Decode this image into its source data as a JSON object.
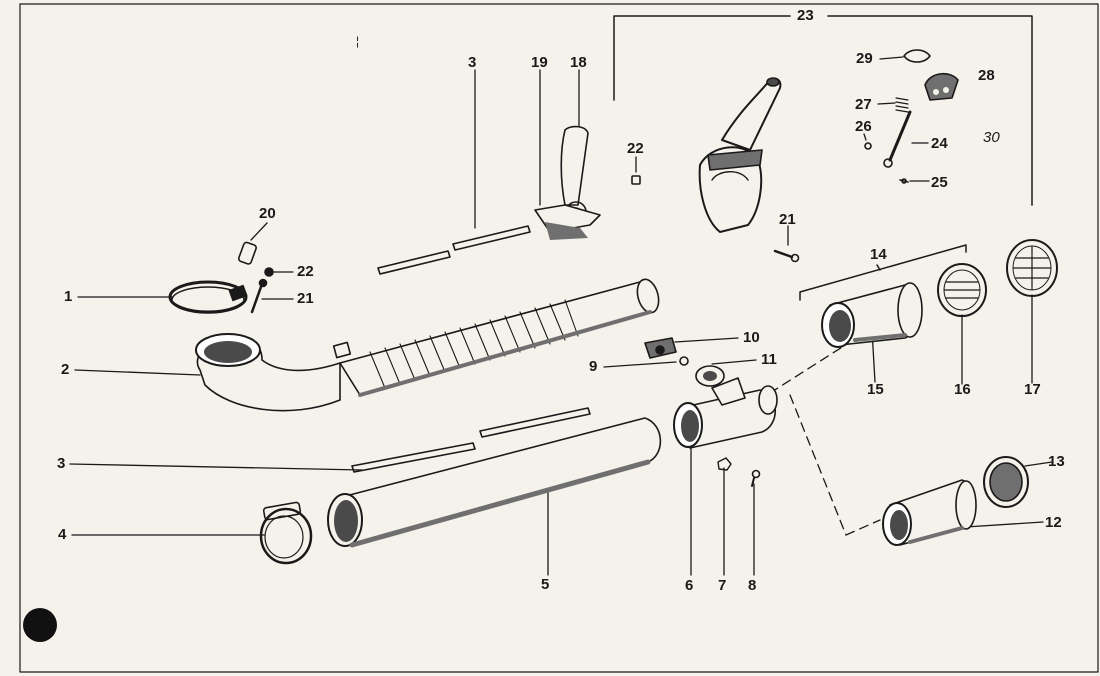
{
  "colors": {
    "ink": "#1a1a1a",
    "paper": "#f4f2ea",
    "shade": "#6f6f6f"
  },
  "callouts": [
    {
      "id": "c1",
      "text": "1"
    },
    {
      "id": "c2",
      "text": "2"
    },
    {
      "id": "c3a",
      "text": "3"
    },
    {
      "id": "c3b",
      "text": "3"
    },
    {
      "id": "c4",
      "text": "4"
    },
    {
      "id": "c5",
      "text": "5"
    },
    {
      "id": "c6",
      "text": "6"
    },
    {
      "id": "c7",
      "text": "7"
    },
    {
      "id": "c8",
      "text": "8"
    },
    {
      "id": "c9",
      "text": "9"
    },
    {
      "id": "c10",
      "text": "10"
    },
    {
      "id": "c11",
      "text": "11"
    },
    {
      "id": "c12",
      "text": "12"
    },
    {
      "id": "c13",
      "text": "13"
    },
    {
      "id": "c14",
      "text": "14"
    },
    {
      "id": "c15",
      "text": "15"
    },
    {
      "id": "c16",
      "text": "16"
    },
    {
      "id": "c17",
      "text": "17"
    },
    {
      "id": "c18",
      "text": "18"
    },
    {
      "id": "c19",
      "text": "19"
    },
    {
      "id": "c20",
      "text": "20"
    },
    {
      "id": "c21a",
      "text": "21"
    },
    {
      "id": "c21b",
      "text": "21"
    },
    {
      "id": "c22a",
      "text": "22"
    },
    {
      "id": "c22b",
      "text": "22"
    },
    {
      "id": "c23",
      "text": "23"
    },
    {
      "id": "c24",
      "text": "24"
    },
    {
      "id": "c25",
      "text": "25"
    },
    {
      "id": "c26",
      "text": "26"
    },
    {
      "id": "c27",
      "text": "27"
    },
    {
      "id": "c28",
      "text": "28"
    },
    {
      "id": "c29",
      "text": "29"
    },
    {
      "id": "c30",
      "text": "30"
    }
  ]
}
